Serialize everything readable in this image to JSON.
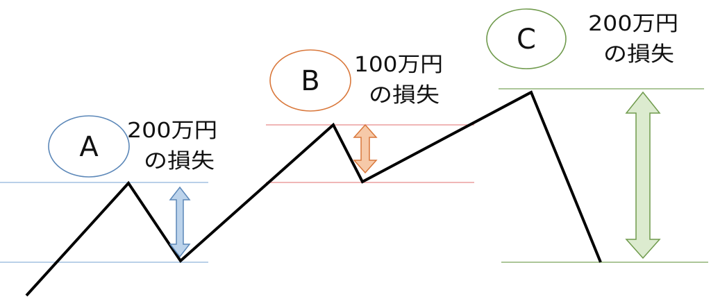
{
  "colors": {
    "price_line": "#000000",
    "a": "#5b87b8",
    "a_fill": "#bcd3eb",
    "a_line": "#8fb3da",
    "b": "#d9773a",
    "b_fill": "#f6c9a8",
    "b_line": "#e88a8a",
    "c": "#6f9a4c",
    "c_fill": "#dcebcf",
    "c_line": "#7aa35a"
  },
  "zones": [
    {
      "id": "a",
      "letter": "A",
      "loss_amount": "200万円",
      "loss_word": "の損失"
    },
    {
      "id": "b",
      "letter": "B",
      "loss_amount": "100万円",
      "loss_word": "の損失"
    },
    {
      "id": "c",
      "letter": "C",
      "loss_amount": "200万円",
      "loss_word": "の損失"
    }
  ]
}
